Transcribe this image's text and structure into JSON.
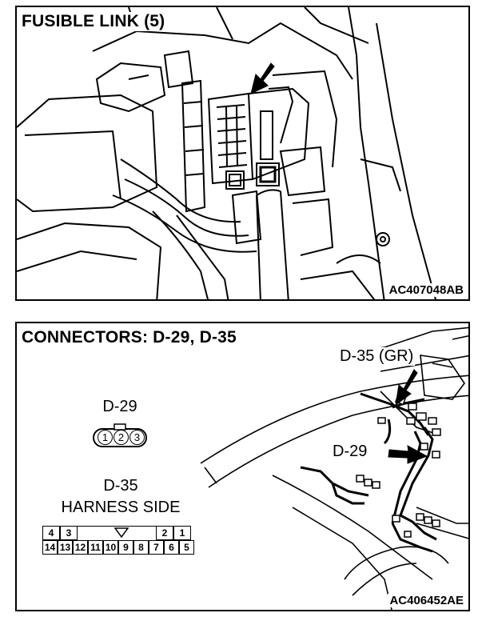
{
  "top_panel": {
    "title": "FUSIBLE LINK (5)",
    "code": "AC407048AB"
  },
  "bottom_panel": {
    "title": "CONNECTORS: D-29, D-35",
    "code": "AC406452AE",
    "callout_d35": "D-35 (GR)",
    "callout_d29": "D-29",
    "d29": {
      "label": "D-29",
      "pins": [
        "1",
        "2",
        "3"
      ]
    },
    "d35": {
      "label": "D-35",
      "side": "HARNESS SIDE",
      "top_row": [
        "4",
        "3",
        "",
        "",
        "",
        "2",
        "1"
      ],
      "bottom_row": [
        "14",
        "13",
        "12",
        "11",
        "10",
        "9",
        "8",
        "7",
        "6",
        "5"
      ]
    }
  }
}
